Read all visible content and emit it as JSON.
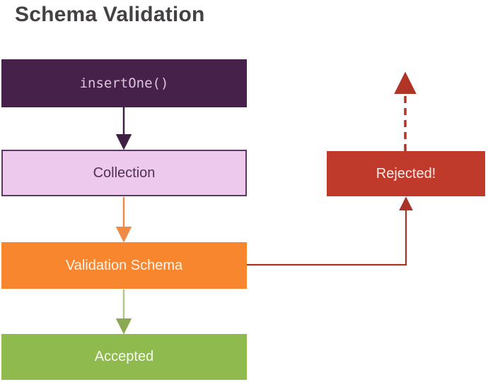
{
  "title": "Schema Validation",
  "nodes": {
    "insert_one": {
      "label": "insertOne()",
      "bg": "#46214a",
      "text_color": "#dcc5de"
    },
    "collection": {
      "label": "Collection",
      "bg": "#ecc9ed",
      "border_color": "#5a3a60",
      "text_color": "#4e3354"
    },
    "validation_schema": {
      "label": "Validation Schema",
      "bg": "#f8862f",
      "text_color": "#fdf4ea"
    },
    "accepted": {
      "label": "Accepted",
      "bg": "#8fba4e",
      "text_color": "#f7faf0"
    },
    "rejected": {
      "label": "Rejected!",
      "bg": "#bf3a2b",
      "text_color": "#fbeae7"
    }
  },
  "edges": [
    {
      "name": "insertone-to-collection",
      "from": "insertOne()",
      "to": "Collection",
      "color": "#3f2144",
      "style": "solid"
    },
    {
      "name": "collection-to-validation",
      "from": "Collection",
      "to": "Validation Schema",
      "color": "#ef8b45",
      "style": "solid"
    },
    {
      "name": "validation-to-accepted",
      "from": "Validation Schema",
      "to": "Accepted",
      "color": "#9bb868",
      "style": "solid"
    },
    {
      "name": "validation-to-rejected",
      "from": "Validation Schema",
      "to": "Rejected!",
      "color": "#a83326",
      "style": "solid"
    },
    {
      "name": "rejected-outbound",
      "from": "Rejected!",
      "to": "",
      "color": "#b03527",
      "style": "dashed"
    }
  ]
}
